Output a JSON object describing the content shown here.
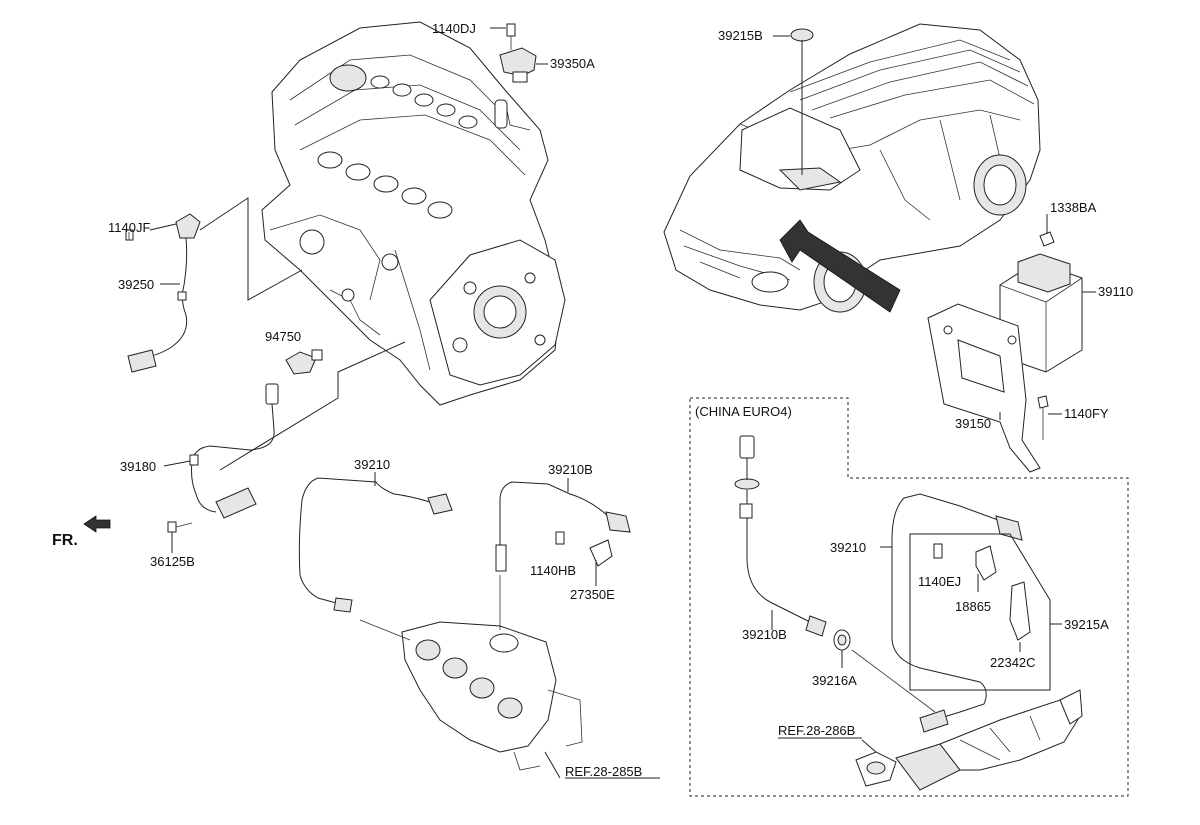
{
  "labels": {
    "l_1140DJ": "1140DJ",
    "l_39350A": "39350A",
    "l_1140JF": "1140JF",
    "l_39250": "39250",
    "l_94750": "94750",
    "l_39180": "39180",
    "l_36125B": "36125B",
    "l_FR": "FR.",
    "l_39210_left": "39210",
    "l_39210B_left": "39210B",
    "l_1140HB": "1140HB",
    "l_27350E": "27350E",
    "l_REF_28_285B": "REF.28-285B",
    "l_39215B": "39215B",
    "l_1338BA": "1338BA",
    "l_39110": "39110",
    "l_39150": "39150",
    "l_1140FY": "1140FY",
    "l_china": "(CHINA EURO4)",
    "l_39210_right": "39210",
    "l_39210B_right": "39210B",
    "l_39216A": "39216A",
    "l_1140EJ": "1140EJ",
    "l_18865": "18865",
    "l_39215A": "39215A",
    "l_22342C": "22342C",
    "l_REF_28_286B": "REF.28-286B"
  }
}
